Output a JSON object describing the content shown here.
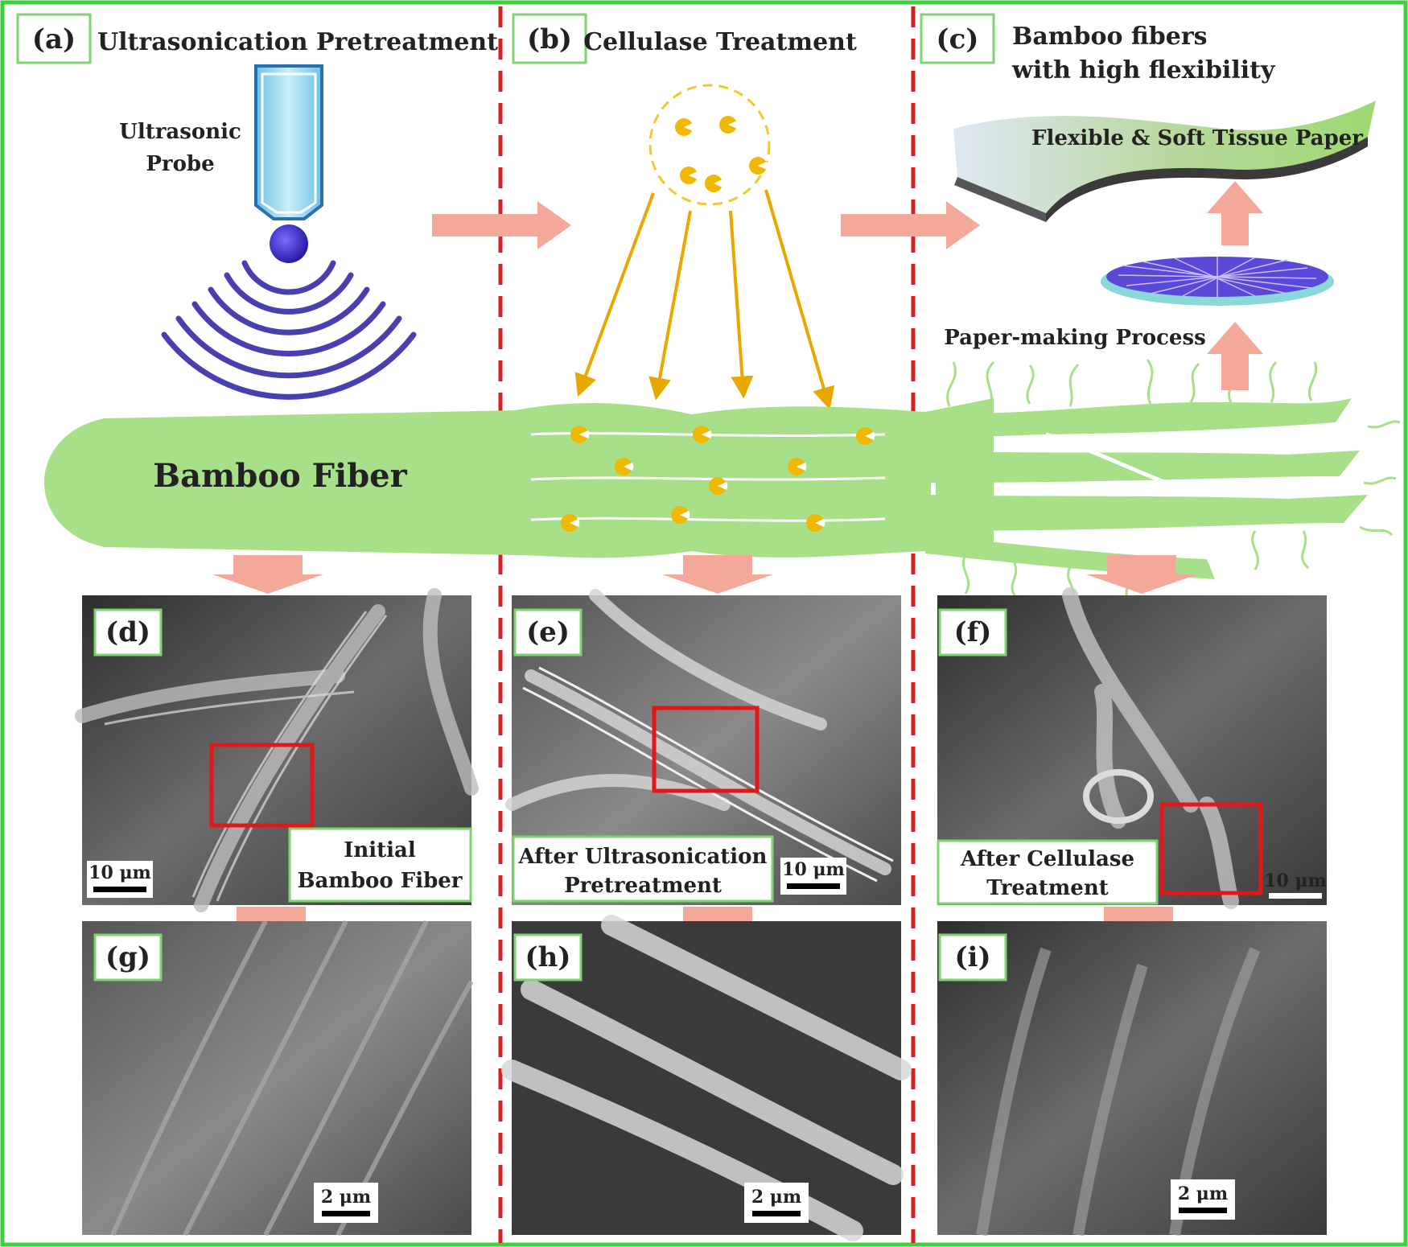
{
  "panels": {
    "a": {
      "letter": "(a)",
      "title": "Ultrasonication Pretreatment",
      "probe_line1": "Ultrasonic",
      "probe_line2": "Probe"
    },
    "b": {
      "letter": "(b)",
      "title": "Cellulase Treatment"
    },
    "c": {
      "letter": "(c)",
      "title_line1": "Bamboo fibers",
      "title_line2": "with high flexibility",
      "paper_label": "Flexible & Soft  Tissue  Paper",
      "process_label": "Paper-making Process"
    },
    "d": {
      "letter": "(d)",
      "caption_line1": "Initial",
      "caption_line2": "Bamboo Fiber",
      "scale": "10 μm"
    },
    "e": {
      "letter": "(e)",
      "caption_line1": "After Ultrasonication",
      "caption_line2": "Pretreatment",
      "scale": "10 μm"
    },
    "f": {
      "letter": "(f)",
      "caption_line1": "After Cellulase",
      "caption_line2": "Treatment",
      "scale": "10 μm"
    },
    "g": {
      "letter": "(g)",
      "scale": "2 μm"
    },
    "h": {
      "letter": "(h)",
      "scale": "2 μm"
    },
    "i": {
      "letter": "(i)",
      "scale": "2 μm"
    }
  },
  "fiber_label": "Bamboo Fiber",
  "colors": {
    "frame": "#3dd13d",
    "fiber": "#a8e08a",
    "arrow": "#f4a89a",
    "divider": "#d42020",
    "wave": "#4a3fb0",
    "enzyme": "#f0b800",
    "highlight": "#e01818"
  }
}
